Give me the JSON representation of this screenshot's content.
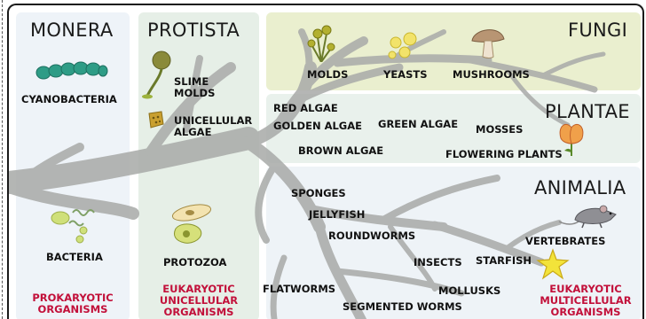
{
  "kingdoms": {
    "monera": "MONERA",
    "protista": "PROTISTA",
    "fungi": "FUNGI",
    "plantae": "PLANTAE",
    "animalia": "ANIMALIA"
  },
  "monera": {
    "cyanobacteria": "CYANOBACTERIA",
    "bacteria": "BACTERIA",
    "category_line1": "PROKARYOTIC",
    "category_line2": "ORGANISMS"
  },
  "protista": {
    "slime_molds_line1": "SLIME",
    "slime_molds_line2": "MOLDS",
    "unicellular_algae_line1": "UNICELLULAR",
    "unicellular_algae_line2": "ALGAE",
    "protozoa": "PROTOZOA",
    "category_line1": "EUKARYOTIC",
    "category_line2": "UNICELLULAR",
    "category_line3": "ORGANISMS"
  },
  "fungi": {
    "molds": "MOLDS",
    "yeasts": "YEASTS",
    "mushrooms": "MUSHROOMS"
  },
  "plantae": {
    "red_algae": "RED ALGAE",
    "golden_algae": "GOLDEN ALGAE",
    "green_algae": "GREEN ALGAE",
    "mosses": "MOSSES",
    "brown_algae": "BROWN ALGAE",
    "flowering_plants": "FLOWERING PLANTS"
  },
  "animalia": {
    "sponges": "SPONGES",
    "jellyfish": "JELLYFISH",
    "roundworms": "ROUNDWORMS",
    "insects": "INSECTS",
    "starfish": "STARFISH",
    "vertebrates": "VERTEBRATES",
    "flatworms": "FLATWORMS",
    "mollusks": "MOLLUSKS",
    "segmented_worms": "SEGMENTED WORMS",
    "category_line1": "EUKARYOTIC",
    "category_line2": "MULTICELLULAR",
    "category_line3": "ORGANISMS"
  },
  "colors": {
    "category_text": "#c2103a",
    "tree_branch": "#a8aaa8",
    "fungi_panel": "#eaefcf",
    "protista_panel": "#e6efe7",
    "monera_panel": "#eef3f8"
  },
  "icons": [
    "cyanobacteria-icon",
    "bacteria-icon",
    "slime-mold-icon",
    "unicellular-algae-icon",
    "protozoa-icon",
    "molds-icon",
    "yeasts-icon",
    "mushroom-icon",
    "flower-icon",
    "rat-icon",
    "starfish-icon"
  ]
}
